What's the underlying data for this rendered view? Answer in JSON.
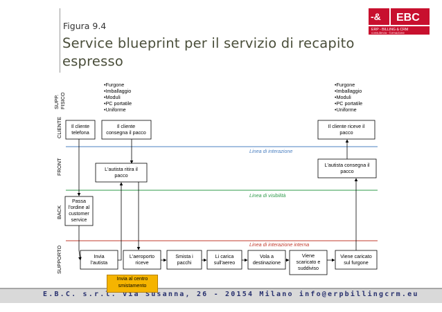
{
  "header": {
    "figure_label": "Figura 9.4",
    "title": "Service blueprint per il servizio di recapito espresso"
  },
  "logo": {
    "mark": "-&",
    "name": "EBC",
    "tagline": "ERP - BILLING & CRM",
    "subline": "consulenza - formazione",
    "colors": {
      "primary": "#c8102e"
    }
  },
  "lanes": {
    "supp_fisico_1": "SUPP.",
    "supp_fisico_2": "FISICO",
    "cliente": "CLIENTE",
    "front": "FRONT",
    "back": "BACK",
    "supporto": "SUPPORTO"
  },
  "lines": {
    "interazione": "Linea di interazione",
    "visibilita": "Linea di visibilità",
    "interazione_interna": "Linea di interazione interna",
    "colors": {
      "interazione": "#4a7fc0",
      "visibilita": "#2e9a4a",
      "interna": "#c0392b"
    }
  },
  "physical_support_left": [
    "•Furgone",
    "•Imballaggio",
    "•Moduli",
    "•PC portatile",
    "•Uniforme"
  ],
  "physical_support_right": [
    "•Furgone",
    "•Imballaggio",
    "•Moduli",
    "•PC portatile",
    "•Uniforme"
  ],
  "boxes": {
    "cliente_telefona": [
      "Il cliente",
      "telefona"
    ],
    "cliente_consegna": [
      "Il cliente",
      "consegna il pacco"
    ],
    "cliente_riceve": [
      "Il cliente riceve il",
      "pacco"
    ],
    "autista_ritira": [
      "L'autista ritira il",
      "pacco"
    ],
    "autista_consegna": [
      "L'autista consegna il",
      "pacco"
    ],
    "passa_ordine": [
      "Passa",
      "l'ordine al",
      "customer",
      "service"
    ],
    "invia_autista": [
      "Invia",
      "l'autista"
    ],
    "aeroporto_riceve": [
      "L'aeroporto",
      "riceve"
    ],
    "smista_pacchi": [
      "Smista i",
      "pacchi"
    ],
    "carica_aereo": [
      "Li carica",
      "sull'aereo"
    ],
    "vola_destinazione": [
      "Vola a",
      "destinazione"
    ],
    "viene_scaricato": [
      "Viene",
      "scaricato e",
      "suddiviso"
    ],
    "caricato_furgone": [
      "Viene caricato",
      "sul furgone"
    ]
  },
  "callout": [
    "Invia al centro",
    "smistamento"
  ],
  "footer": {
    "text": "E.B.C. s.r.l. via Susanna, 26 - 20154 Milano   info@erpbillingcrm.eu",
    "color": "#27306e"
  }
}
